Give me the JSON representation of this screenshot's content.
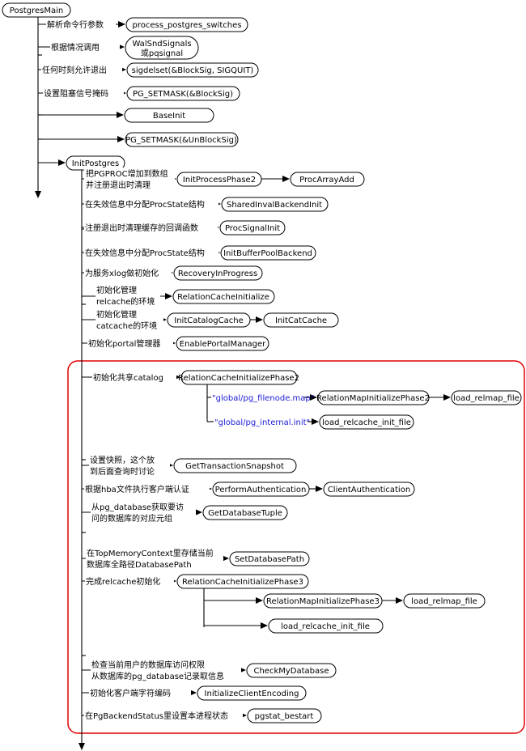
{
  "nodes": {
    "root": "PostgresMain",
    "process_switches": "process_postgres_switches",
    "walsnd_1": "WalSndSignals",
    "walsnd_2": "或pqsignal",
    "sigdelset": "sigdelset(&BlockSig, SIGQUIT)",
    "setmask_block": "PG_SETMASK(&BlockSig)",
    "baseinit": "BaseInit",
    "setmask_unblock": "PG_SETMASK(&UnBlockSig)",
    "initpostgres": "InitPostgres",
    "initprocessphase2": "InitProcessPhase2",
    "procarrayadd": "ProcArrayAdd",
    "sharedinval": "SharedInvalBackendInit",
    "procsignalinit": "ProcSignalInit",
    "initbufferpool": "InitBufferPoolBackend",
    "recoveryinprogress": "RecoveryInProgress",
    "relcacheinit": "RelationCacheInitialize",
    "initcatalogcache": "InitCatalogCache",
    "initcatcache": "InitCatCache",
    "enableportal": "EnablePortalManager",
    "relcacheinitphase2": "RelationCacheInitializePhase2",
    "relmapinitphase2": "RelationMapInitializePhase2",
    "load_relmap_1": "load_relmap_file",
    "load_relcache_1": "load_relcache_init_file",
    "gettxsnapshot": "GetTransactionSnapshot",
    "performauth": "PerformAuthentication",
    "clientauth": "ClientAuthentication",
    "getdbtuple": "GetDatabaseTuple",
    "setdbpath": "SetDatabasePath",
    "relcacheinitphase3": "RelationCacheInitializePhase3",
    "relmapinitphase3": "RelationMapInitializePhase3",
    "load_relmap_2": "load_relmap_file",
    "load_relcache_2": "load_relcache_init_file",
    "checkmydb": "CheckMyDatabase",
    "initclientenc": "InitializeClientEncoding",
    "pgstat_bestart": "pgstat_bestart"
  },
  "labels": {
    "parse_args": "解析命令行参数",
    "call_by_case": "根据情况调用",
    "allow_exit": "任何时刻允许退出",
    "set_block_mask": "设置阻塞信号掩码",
    "add_pgproc_1": "把PGPROC增加到数组",
    "add_pgproc_2": "并注册退出时清理",
    "inval_procstate_1": "在失效信息中分配ProcState结构",
    "register_cleanup": "注册退出时清理缓存的回调函数",
    "inval_procstate_2": "在失效信息中分配ProcState结构",
    "xlog_init": "为服务xlog做初始化",
    "init_relcache_1": "初始化管理",
    "init_relcache_2": "relcache的环境",
    "init_catcache_1": "初始化管理",
    "init_catcache_2": "catcache的环境",
    "init_portal": "初始化portal管理器",
    "init_shared_catalog": "初始化共享catalog",
    "filenode_map": "\"global/pg_filenode.map\"",
    "internal_init": "\"global/pg_internal.init\"",
    "snapshot_1": "设置快照，这个放",
    "snapshot_2": "到后面查询时讨论",
    "hba_auth": "根据hba文件执行客户端认证",
    "get_tuple_1": "从pg_database获取要访",
    "get_tuple_2": "问的数据库的对应元组",
    "store_path_1": "在TopMemoryContext里存储当前",
    "store_path_2": "数据库全路径DatabasePath",
    "finish_relcache": "完成relcache初始化",
    "check_access_1": "检查当前用户的数据库访问权限",
    "check_access_2": "从数据库的pg_database记录取信息",
    "init_client_enc": "初始化客户端字符编码",
    "set_backend_status": "在PgBackendStatus里设置本进程状态"
  },
  "colors": {
    "highlight": "#e00000",
    "path_text": "#1a1ad6"
  }
}
